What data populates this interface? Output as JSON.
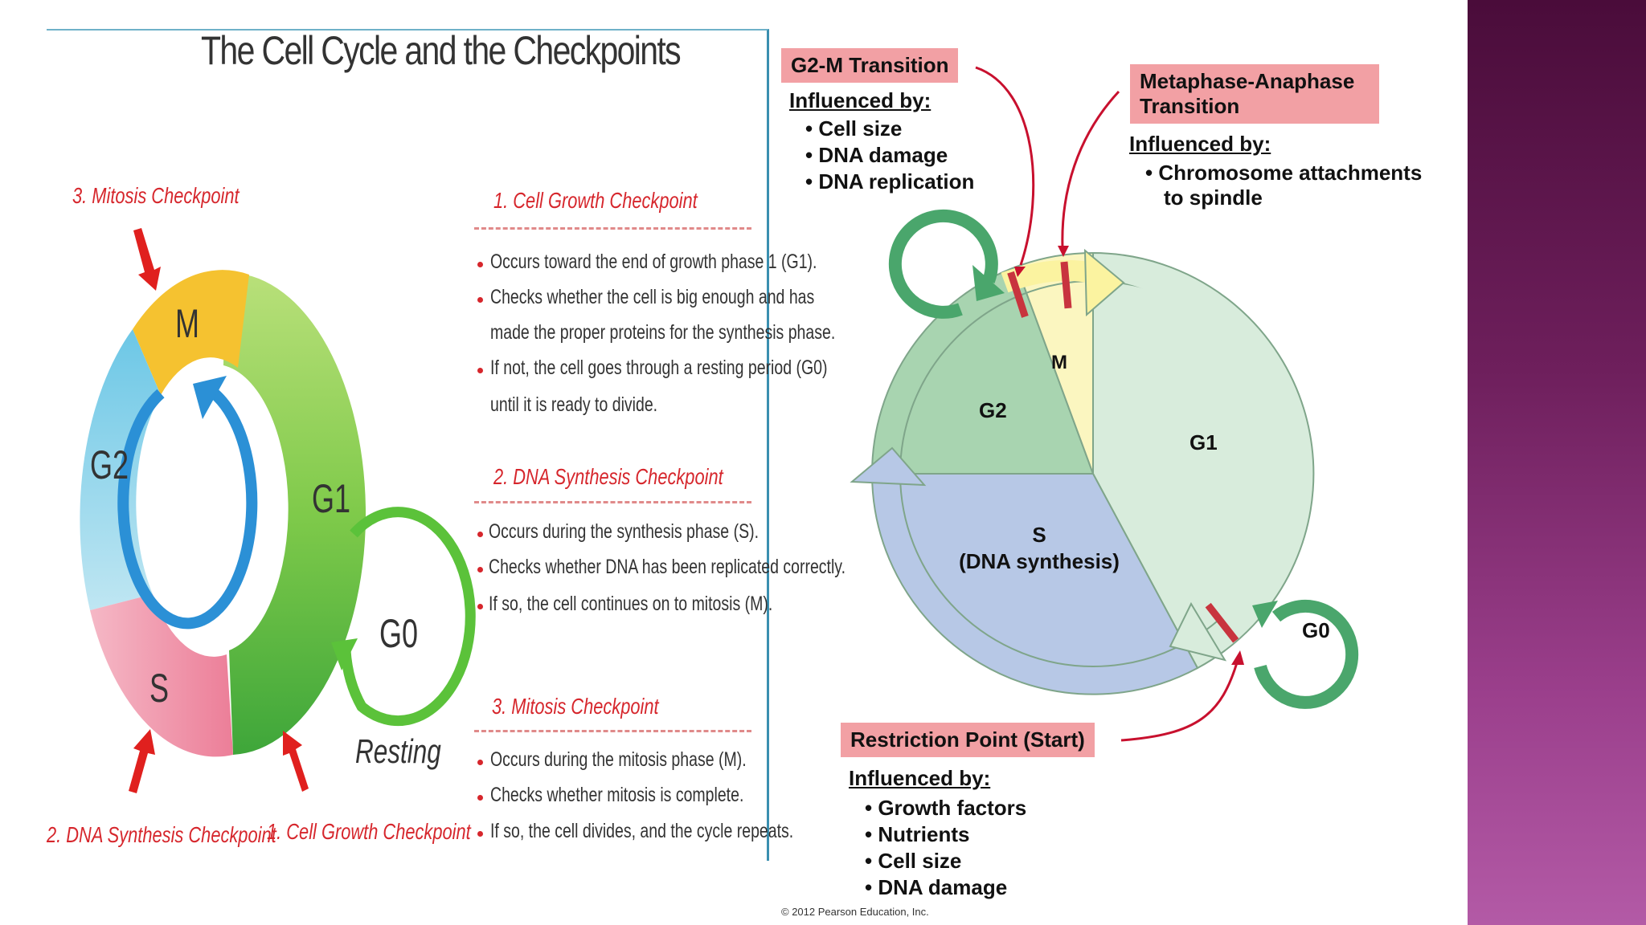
{
  "left": {
    "title": "The Cell Cycle and the Checkpoints",
    "ring_labels": {
      "m": "M",
      "g2": "G2",
      "g1": "G1",
      "s": "S",
      "g0": "G0",
      "resting": "Resting"
    },
    "checkpoint_labels": {
      "mitosis": "3. Mitosis Checkpoint",
      "dna": "2. DNA Synthesis Checkpoint",
      "growth": "1. Cell Growth Checkpoint"
    },
    "sections": [
      {
        "heading": "1. Cell Growth Checkpoint",
        "lines": [
          "Occurs toward the end of growth phase 1 (G1).",
          "Checks whether the cell is big enough and has",
          "made the proper proteins for the synthesis phase.",
          "If not, the cell goes through a resting period (G0)",
          "until it is ready to divide."
        ]
      },
      {
        "heading": "2. DNA Synthesis Checkpoint",
        "lines": [
          "Occurs during the synthesis phase (S).",
          "Checks whether DNA has been replicated correctly.",
          "If so, the cell continues on to mitosis (M)."
        ]
      },
      {
        "heading": "3. Mitosis Checkpoint",
        "lines": [
          "Occurs during the mitosis phase (M).",
          "Checks whether mitosis is complete.",
          "If so, the cell divides, and the cycle repeats."
        ]
      }
    ]
  },
  "right": {
    "g2m": {
      "title": "G2-M Transition",
      "influenced": "Influenced by:",
      "items": [
        "Cell size",
        "DNA damage",
        "DNA replication"
      ]
    },
    "meta": {
      "title_line1": "Metaphase-Anaphase",
      "title_line2": "Transition",
      "influenced": "Influenced by:",
      "items_line1": "Chromosome attachments",
      "items_line2": "to spindle"
    },
    "restriction": {
      "title": "Restriction Point (Start)",
      "influenced": "Influenced by:",
      "items": [
        "Growth factors",
        "Nutrients",
        "Cell size",
        "DNA damage"
      ]
    },
    "phases": {
      "m": "M",
      "g2": "G2",
      "g1": "G1",
      "s_line1": "S",
      "s_line2": "(DNA synthesis)",
      "g0": "G0"
    },
    "copyright": "© 2012 Pearson Education, Inc."
  },
  "colors": {
    "checkpoint_red": "#d6262c",
    "accent_pink_box": "#f2a0a4",
    "g1_light_green": "#d8ecdc",
    "g2_green": "#a8d4b0",
    "s_blue": "#b7c8e6",
    "m_yellow": "#fbf6c0",
    "arrow_green": "#4aa66c"
  }
}
